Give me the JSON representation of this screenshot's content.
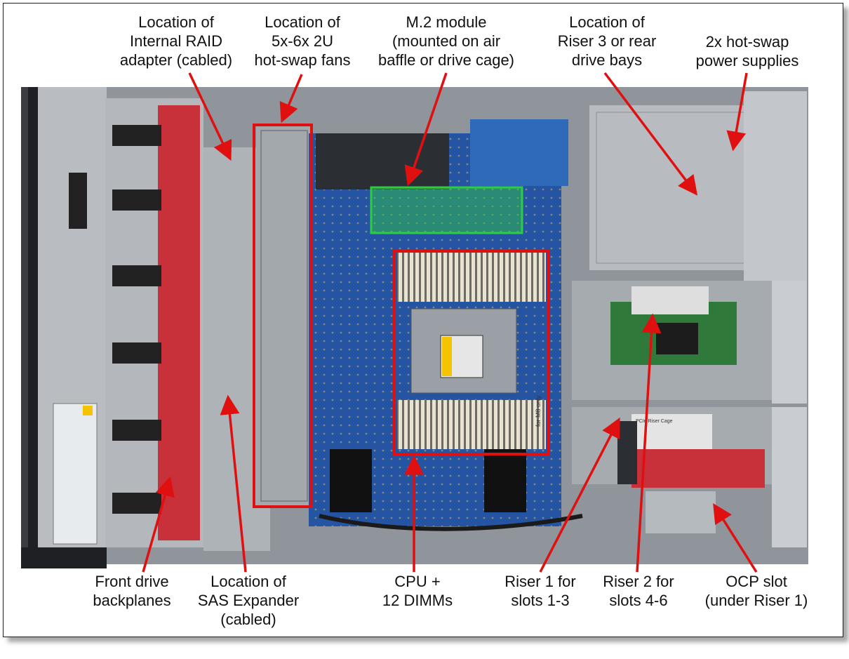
{
  "figure": {
    "labels": {
      "raid": [
        "Location of",
        "Internal RAID",
        "adapter (cabled)"
      ],
      "fans": [
        "Location of",
        "5x-6x 2U",
        "hot-swap fans"
      ],
      "m2": [
        "M.2 module",
        "(mounted on air",
        "baffle or drive cage)"
      ],
      "riser3": [
        "Location of",
        "Riser 3 or rear",
        "drive bays"
      ],
      "psu": [
        "2x hot-swap",
        "power supplies"
      ],
      "backplanes": [
        "Front drive",
        "backplanes"
      ],
      "sas": [
        "Location of",
        "SAS Expander",
        "(cabled)"
      ],
      "cpu": [
        "CPU +",
        "12 DIMMs"
      ],
      "riser1": [
        "Riser 1 for",
        "slots 1-3"
      ],
      "riser2": [
        "Riser 2 for",
        "slots 4-6"
      ],
      "ocp": [
        "OCP slot",
        "(under Riser 1)"
      ]
    },
    "photo_text": {
      "pcie_riser_cage": "PCIe Riser Cage",
      "dimm_note": "for M8 only"
    },
    "colors": {
      "arrow": "#e01010",
      "highlight_red": "#e01010",
      "highlight_green": "#2ecc40",
      "chassis": "#9ea3a8",
      "board": "#1f4f9a",
      "pcb_red": "#c8303a"
    }
  }
}
